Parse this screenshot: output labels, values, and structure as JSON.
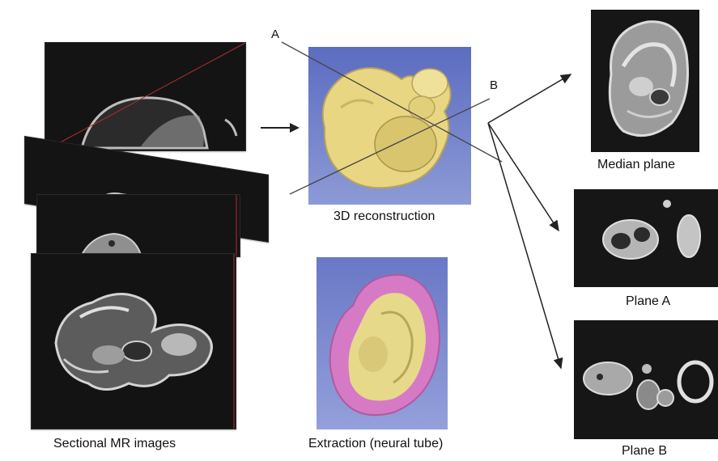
{
  "labels": {
    "sectional": "Sectional MR images",
    "reconstruction": "3D reconstruction",
    "extraction": "Extraction (neural tube)",
    "median": "Median plane",
    "plane_a": "Plane A",
    "plane_b": "Plane B",
    "marker_a": "A",
    "marker_b": "B"
  },
  "colors": {
    "mr_background": "#151515",
    "tissue": "#d6d6d6",
    "render_background": "#6f7fc8",
    "model_yellow": "#ead98a",
    "neural_pink": "#d978c8",
    "arrow": "#222222"
  },
  "icons": {
    "flow_arrow": "right-arrow-icon"
  }
}
